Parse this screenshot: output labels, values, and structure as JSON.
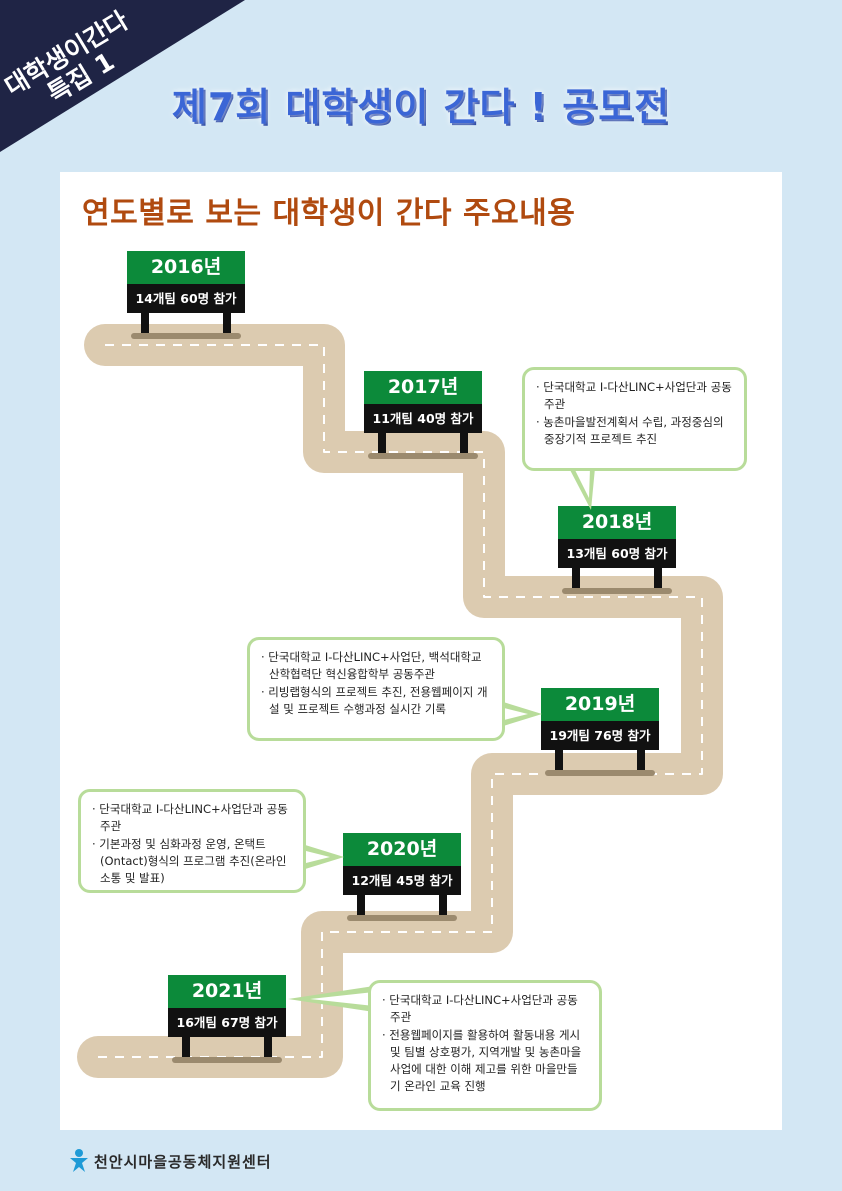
{
  "badge": {
    "line1": "대학생이간다",
    "line2": "특집 1"
  },
  "title": "제7회 대학생이 간다 ! 공모전",
  "subtitle": "연도별로 보는 대학생이 간다 주요내용",
  "signs": [
    {
      "year": "2016년",
      "count": "14개팀 60명 참가"
    },
    {
      "year": "2017년",
      "count": "11개팀 40명 참가"
    },
    {
      "year": "2018년",
      "count": "13개팀 60명 참가"
    },
    {
      "year": "2019년",
      "count": "19개팀 76명 참가"
    },
    {
      "year": "2020년",
      "count": "12개팀 45명 참가"
    },
    {
      "year": "2021년",
      "count": "16개팀 67명 참가"
    }
  ],
  "notes": {
    "y2018": [
      "· 단국대학교 I-다산LINC+사업단과 공동주관",
      "· 농촌마을발전계획서 수립, 과정중심의 중장기적 프로젝트 추진"
    ],
    "y2019": [
      "· 단국대학교 I-다산LINC+사업단, 백석대학교 산학협력단 혁신융합학부 공동주관",
      "· 리빙랩형식의 프로젝트 추진, 전용웹페이지 개설 및 프로젝트 수행과정 실시간 기록"
    ],
    "y2020": [
      "· 단국대학교 I-다산LINC+사업단과 공동주관",
      "· 기본과정 및 심화과정 운영, 온택트 (Ontact)형식의 프로그램 추진(온라인 소통 및 발표)"
    ],
    "y2021": [
      "· 단국대학교 I-다산LINC+사업단과 공동주관",
      "· 전용웹페이지를 활용하여 활동내용 게시 및 팀별 상호평가, 지역개발 및 농촌마을 사업에 대한 이해 제고를 위한 마을만들기 온라인 교육 진행"
    ]
  },
  "footer": {
    "org": "천안시마을공동체지원센터",
    "logo_icon": "person-logo-icon"
  },
  "colors": {
    "background": "#d3e7f4",
    "road": "#dccbb0",
    "sign_green": "#0c8a3a",
    "bubble_border": "#b8dc9a",
    "title_blue": "#3b66d6",
    "subtitle_brown": "#b04a0f",
    "badge_navy": "#1f2445"
  }
}
